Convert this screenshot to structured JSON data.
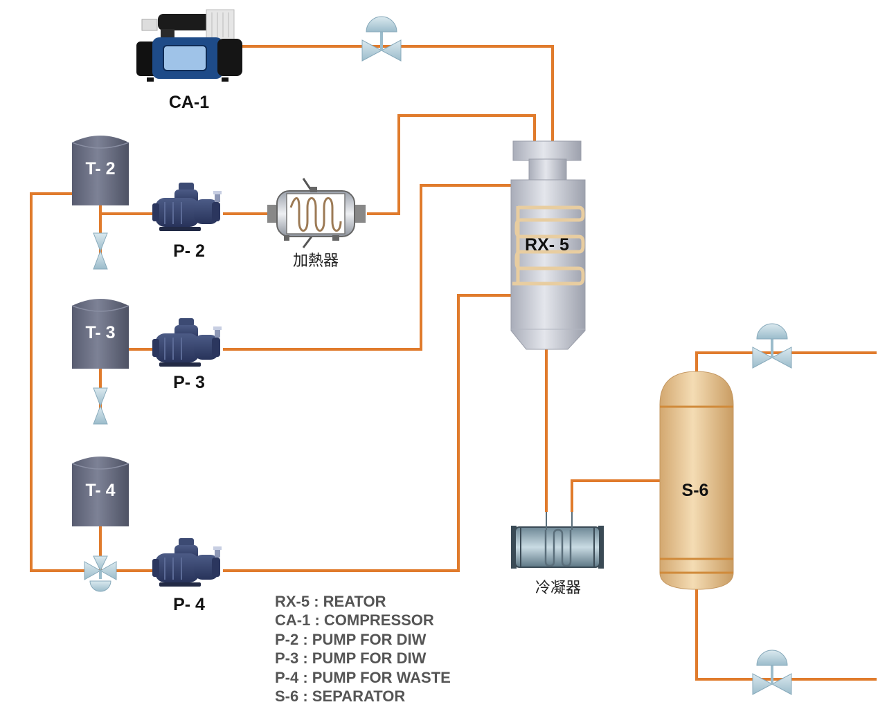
{
  "colors": {
    "pipe": "#E07B2C",
    "tank": "#6A6F82",
    "reactor": "#C7CBD6",
    "separator": "#E8C18C",
    "pump": "#3C4A73",
    "valve": "#B9D3DF"
  },
  "equipment": {
    "compressor": {
      "tag": "CA-1",
      "icon": "air-compressor-icon"
    },
    "tank_t2": {
      "tag": "T- 2"
    },
    "tank_t3": {
      "tag": "T- 3"
    },
    "tank_t4": {
      "tag": "T- 4"
    },
    "pump_p2": {
      "tag": "P- 2",
      "icon": "centrifugal-pump-icon"
    },
    "pump_p3": {
      "tag": "P- 3",
      "icon": "centrifugal-pump-icon"
    },
    "pump_p4": {
      "tag": "P- 4",
      "icon": "centrifugal-pump-icon"
    },
    "heater": {
      "label": "加熱器",
      "icon": "heat-exchanger-icon"
    },
    "reactor": {
      "tag": "RX- 5",
      "icon": "reactor-vessel-icon"
    },
    "condenser": {
      "label": "冷凝器",
      "icon": "condenser-icon"
    },
    "separator": {
      "tag": "S-6",
      "icon": "separator-vessel-icon"
    }
  },
  "legend": [
    "RX-5 : REATOR",
    "CA-1 : COMPRESSOR",
    "P-2 : PUMP FOR DIW",
    "P-3 : PUMP FOR DIW",
    "P-4 : PUMP FOR WASTE",
    "S-6 : SEPARATOR"
  ]
}
